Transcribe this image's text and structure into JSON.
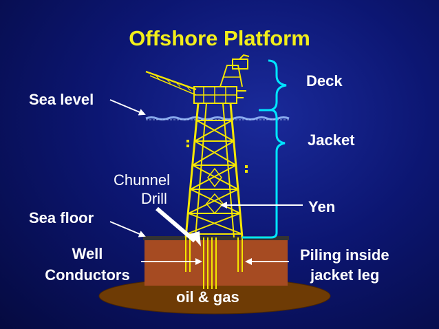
{
  "title": "Offshore Platform",
  "labels": {
    "deck": "Deck",
    "jacket": "Jacket",
    "sea_level": "Sea level",
    "chunnel_drill_line1": "Chunnel",
    "chunnel_drill_line2": "Drill",
    "yen": "Yen",
    "sea_floor": "Sea floor",
    "well_line1": "Well",
    "well_line2": "Conductors",
    "piling_line1": "Piling inside",
    "piling_line2": "jacket leg",
    "reservoir": "oil & gas"
  },
  "colors": {
    "background": "#0c1672",
    "title": "#f2ee1a",
    "structure": "#f5e600",
    "bracket": "#00e5ff",
    "sea_floor_block": "#a64b22",
    "reservoir": "#6e3b05",
    "water": "#9fc3ff",
    "label": "#ffffff"
  }
}
